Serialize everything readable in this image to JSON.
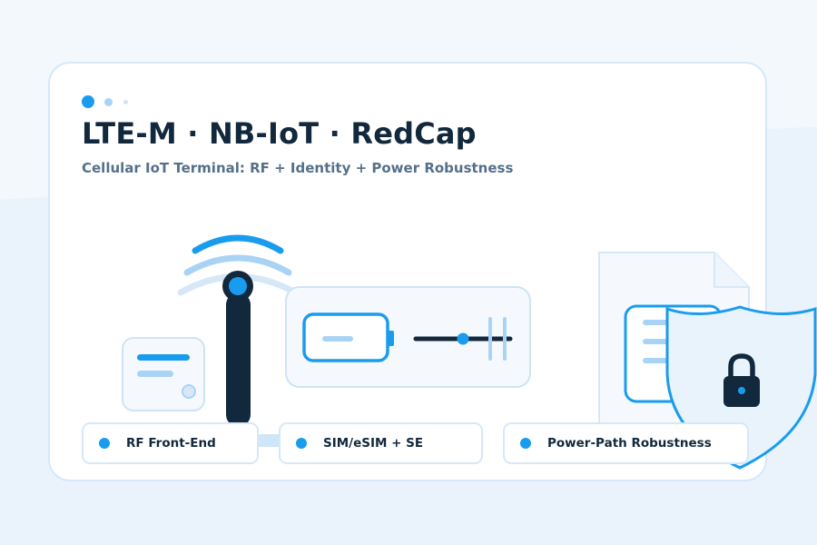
{
  "header": {
    "title": "LTE-M · NB-IoT · RedCap",
    "subtitle": "Cellular IoT Terminal: RF + Identity + Power Robustness"
  },
  "chips": [
    {
      "label": "RF Front-End"
    },
    {
      "label": "SIM/eSIM + SE"
    },
    {
      "label": "Power-Path Robustness"
    }
  ],
  "colors": {
    "accent": "#1a9cee",
    "dark": "#12283c",
    "muted": "#56708a",
    "light_blue": "#d6e8f7",
    "pale_blue": "#a9d3f5"
  },
  "icons": [
    "antenna-icon",
    "signal-waves-icon",
    "module-card-icon",
    "battery-icon",
    "capacitor-icon",
    "document-icon",
    "shield-icon",
    "padlock-icon"
  ]
}
